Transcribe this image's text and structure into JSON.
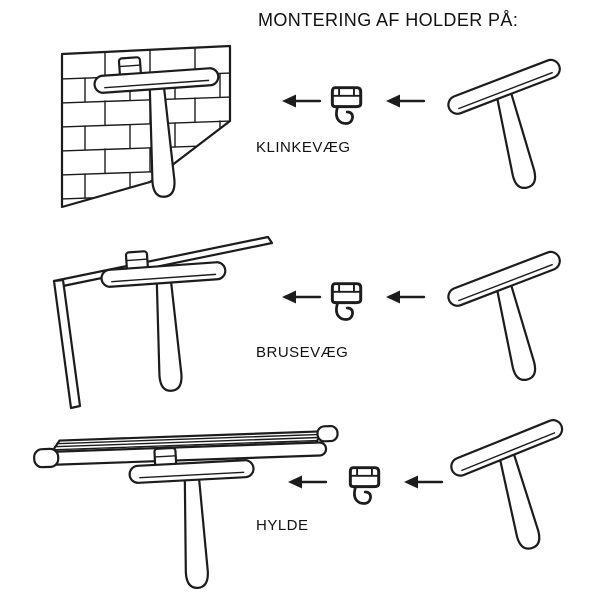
{
  "title": "MONTERING AF HOLDER PÅ:",
  "rows": [
    {
      "label": "KLINKEVÆG"
    },
    {
      "label": "BRUSEVÆG"
    },
    {
      "label": "HYLDE"
    }
  ],
  "icons": {
    "arrow": "left-arrow",
    "holder": "holder-clip",
    "squeegee": "shower-squeegee"
  },
  "colors": {
    "background": "#ffffff",
    "line": "#1c1c1c",
    "text": "#111111"
  }
}
